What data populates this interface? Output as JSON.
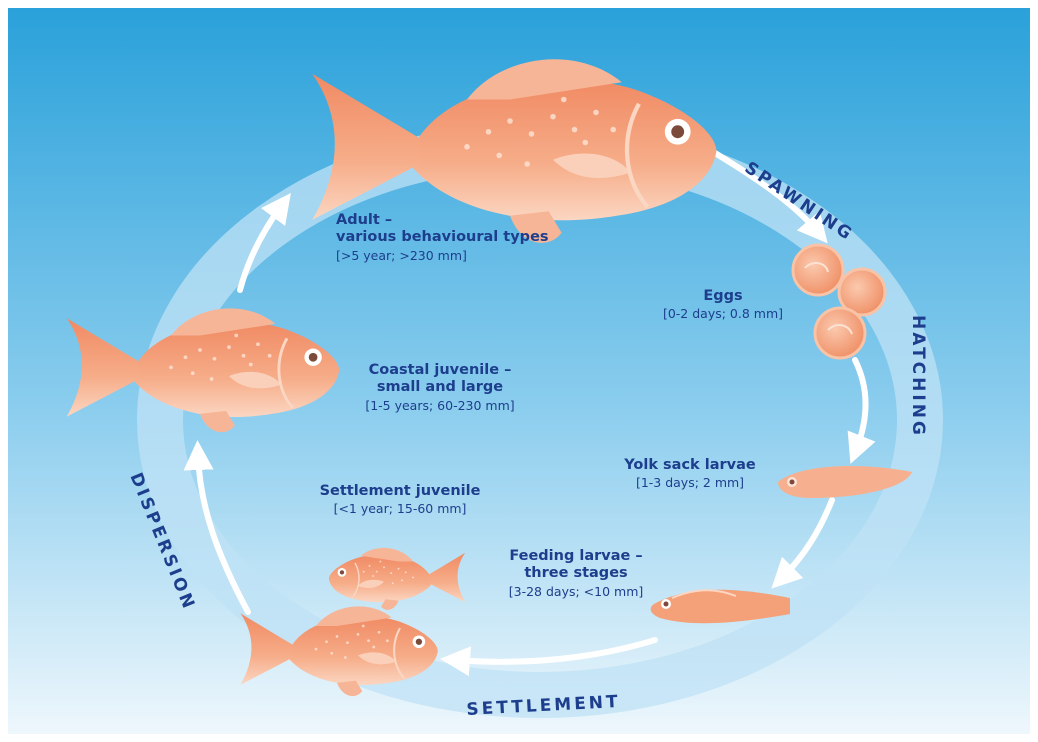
{
  "colors": {
    "sky_top": "#2aa1da",
    "sky_bottom": "#eef7fc",
    "ring": "#bfe2f5",
    "arrow": "#ffffff",
    "fish_main": "#f4a079",
    "fish_light": "#fad3bd",
    "text": "#1d3e8c"
  },
  "phases": {
    "spawning": "SPAWNING",
    "hatching": "HATCHING",
    "settlement": "SETTLEMENT",
    "dispersion": "DISPERSION"
  },
  "stages": {
    "adult": {
      "title_1": "Adult –",
      "title_2": "various behavioural types",
      "detail": "[>5 year; >230 mm]"
    },
    "eggs": {
      "title": "Eggs",
      "detail": "[0-2 days; 0.8 mm]"
    },
    "yolk": {
      "title": "Yolk sack larvae",
      "detail": "[1-3 days; 2 mm]"
    },
    "feeding": {
      "title_1": "Feeding larvae –",
      "title_2": "three stages",
      "detail": "[3-28 days; <10 mm]"
    },
    "settlement_juvenile": {
      "title": "Settlement juvenile",
      "detail": "[<1 year; 15-60 mm]"
    },
    "coastal": {
      "title_1": "Coastal juvenile –",
      "title_2": "small and large",
      "detail": "[1-5 years; 60-230 mm]"
    }
  },
  "icons": [
    "adult-snapper",
    "egg",
    "yolk-sac-larva",
    "feeding-larva",
    "settlement-juvenile",
    "settled-snapper",
    "coastal-juvenile-snapper",
    "cycle-arrow"
  ]
}
